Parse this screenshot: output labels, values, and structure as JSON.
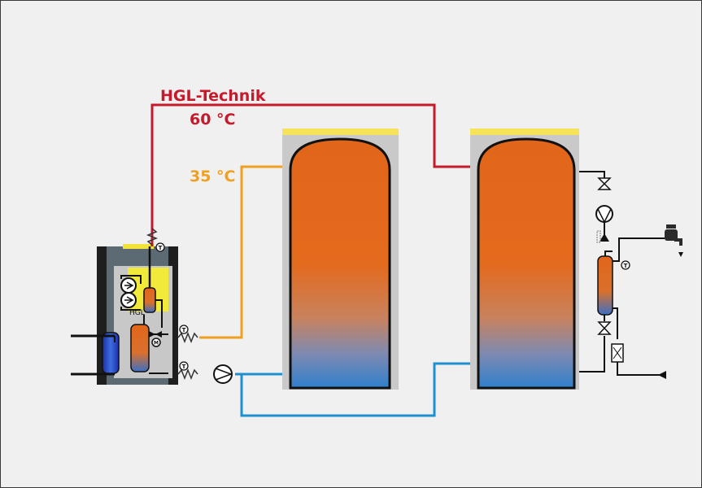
{
  "labels": {
    "hgl_technik": "HGL-Technik",
    "temp_hot": "60 °C",
    "temp_warm": "35 °C",
    "unit_label": "HGL"
  },
  "symbols": {
    "temperature_sensor": "T",
    "motor_valve": "M"
  },
  "colors": {
    "hot_line": "#c41a2b",
    "warm_line": "#f0a020",
    "cold_line": "#1e90d0",
    "tank_top": "#e2661a",
    "tank_bottom": "#2f7fcc",
    "tank_lid": "#f6e35a",
    "background": "#f0f0f0"
  }
}
